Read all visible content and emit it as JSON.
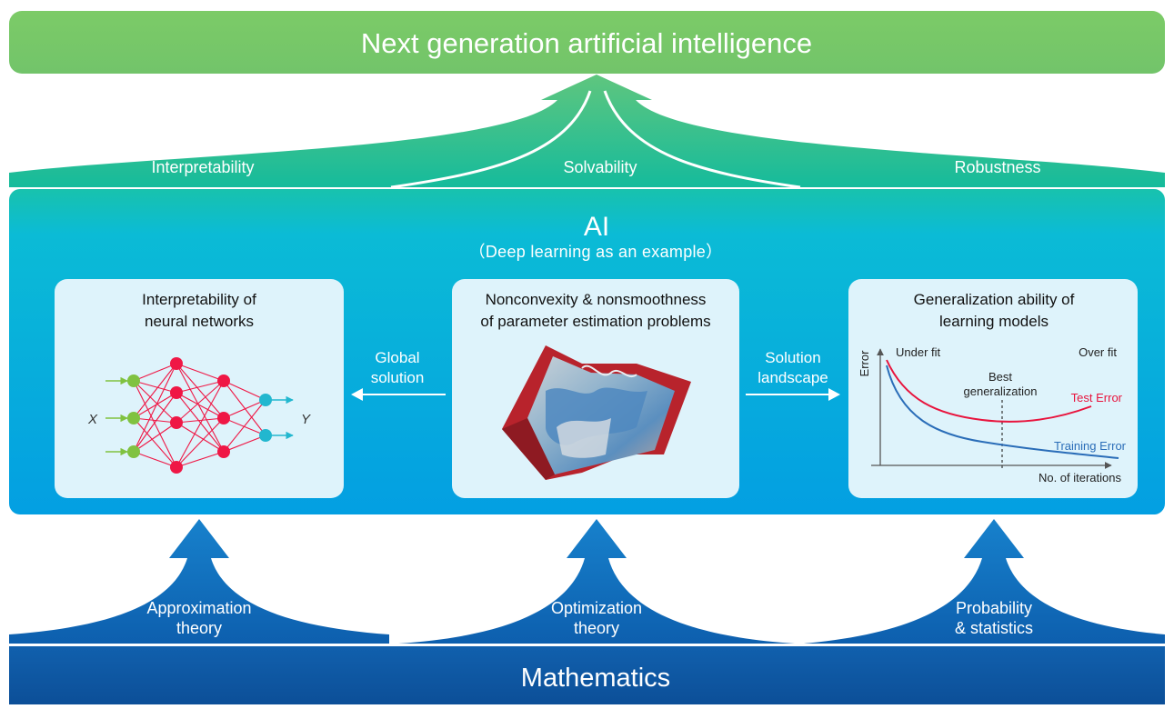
{
  "top_banner": {
    "title": "Next generation artificial intelligence"
  },
  "pillars_top": [
    {
      "label": "Interpretability"
    },
    {
      "label": "Solvability"
    },
    {
      "label": "Robustness"
    }
  ],
  "ai_panel": {
    "title": "AI",
    "subtitle": "（Deep learning as an example）",
    "cards": [
      {
        "title_line1": "Interpretability of",
        "title_line2": "neural networks"
      },
      {
        "title_line1": "Nonconvexity & nonsmoothness",
        "title_line2": "of parameter estimation problems"
      },
      {
        "title_line1": "Generalization ability of",
        "title_line2": "learning models"
      }
    ],
    "left_arrow": {
      "line1": "Global",
      "line2": "solution"
    },
    "right_arrow": {
      "line1": "Solution",
      "line2": "landscape"
    }
  },
  "neural_net": {
    "input_label": "X",
    "output_label": "Y"
  },
  "error_plot": {
    "y_axis_label": "Error",
    "x_axis_label": "No. of iterations",
    "under_fit": "Under fit",
    "over_fit": "Over fit",
    "best_line1": "Best",
    "best_line2": "generalization",
    "test_error": "Test Error",
    "training_error": "Training Error"
  },
  "pillars_bottom": [
    {
      "line1": "Approximation",
      "line2": "theory"
    },
    {
      "line1": "Optimization",
      "line2": "theory"
    },
    {
      "line1": "Probability",
      "line2": "& statistics"
    }
  ],
  "bottom_banner": {
    "title": "Mathematics"
  },
  "colors": {
    "top_green": "#7cc96a",
    "teal": "#1fbfa0",
    "cyan": "#06b2dc",
    "blue": "#0f66b2",
    "dark_blue": "#0d57a3",
    "card_bg": "#def3fb",
    "net_red": "#ef1745",
    "net_green": "#80c240",
    "net_teal": "#22b7cf",
    "test_red": "#e8143d",
    "train_blue": "#2a6db8"
  }
}
